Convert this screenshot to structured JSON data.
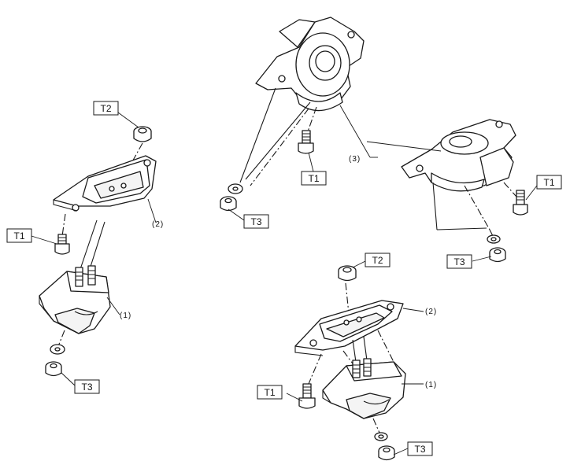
{
  "callouts": {
    "T1": "T1",
    "T2": "T2",
    "T3": "T3"
  },
  "part_numbers": {
    "p1": "(1)",
    "p2": "(2)",
    "p3": "(3)"
  }
}
